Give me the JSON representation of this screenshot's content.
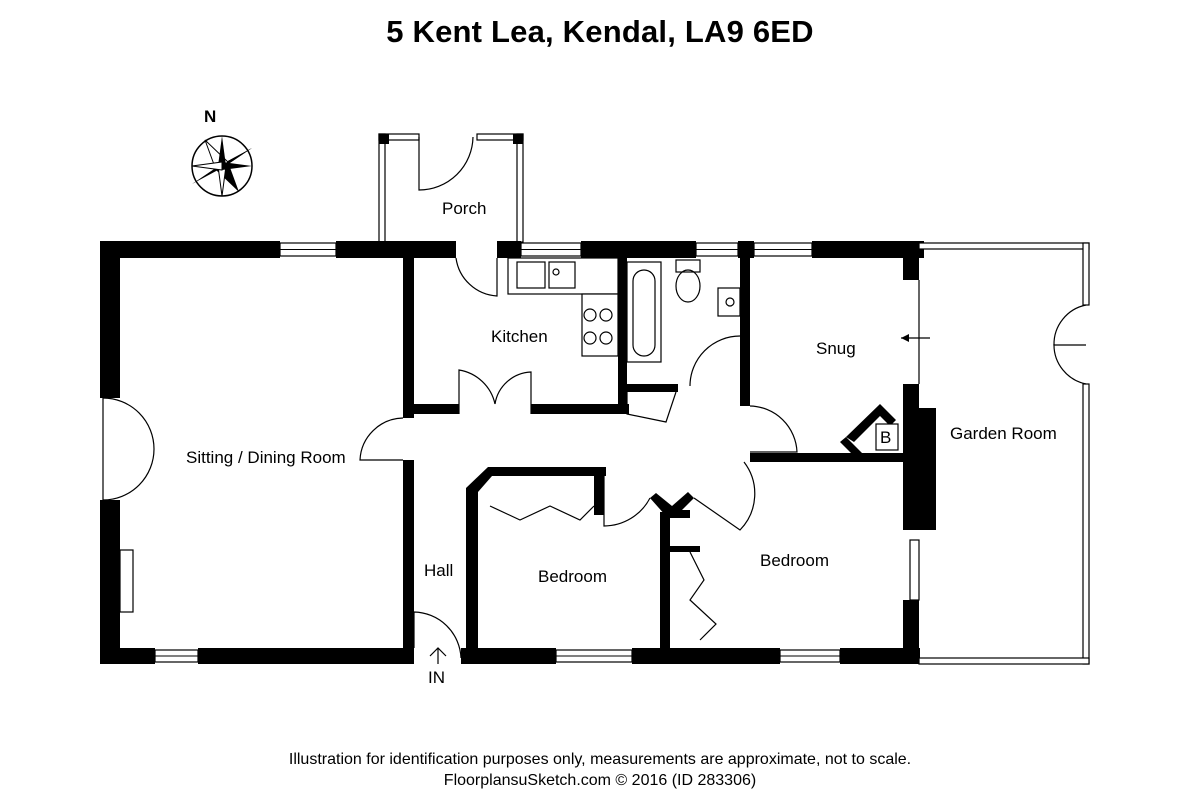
{
  "title": "5 Kent Lea, Kendal, LA9 6ED",
  "compass": {
    "label": "N"
  },
  "rooms": {
    "porch": "Porch",
    "kitchen": "Kitchen",
    "snug": "Snug",
    "garden_room": "Garden Room",
    "sitting_dining": "Sitting / Dining Room",
    "hall": "Hall",
    "bedroom_1": "Bedroom",
    "bedroom_2": "Bedroom"
  },
  "symbols": {
    "boiler": "B",
    "entrance": "IN"
  },
  "footer": {
    "disclaimer": "Illustration for identification purposes only, measurements are approximate, not to scale.",
    "credit": "FloorplansuSketch.com © 2016 (ID 283306)"
  }
}
